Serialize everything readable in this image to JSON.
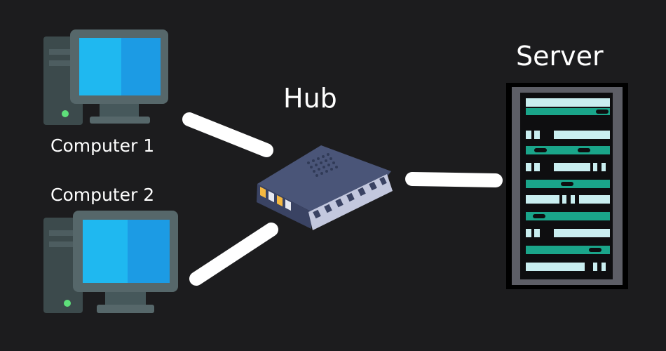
{
  "nodes": {
    "computer1": {
      "label": "Computer 1"
    },
    "computer2": {
      "label": "Computer 2"
    },
    "hub": {
      "label": "Hub"
    },
    "server": {
      "label": "Server"
    }
  },
  "edges": [
    {
      "from": "computer1",
      "to": "hub"
    },
    {
      "from": "computer2",
      "to": "hub"
    },
    {
      "from": "hub",
      "to": "server"
    }
  ],
  "colors": {
    "background": "#1c1c1e",
    "connector": "#ffffff",
    "monitor_screen": "#1fb8f0",
    "monitor_frame": "#56676a",
    "tower": "#3c4a4c",
    "power_led": "#5ee07a",
    "hub_body": "#4a5578",
    "hub_port_light": "#f5b840",
    "server_teal": "#1aa58a",
    "server_light": "#c9eef0",
    "server_frame": "#5d5e66"
  },
  "icons": [
    "desktop-computer-icon",
    "desktop-computer-icon",
    "network-hub-icon",
    "server-rack-icon"
  ]
}
